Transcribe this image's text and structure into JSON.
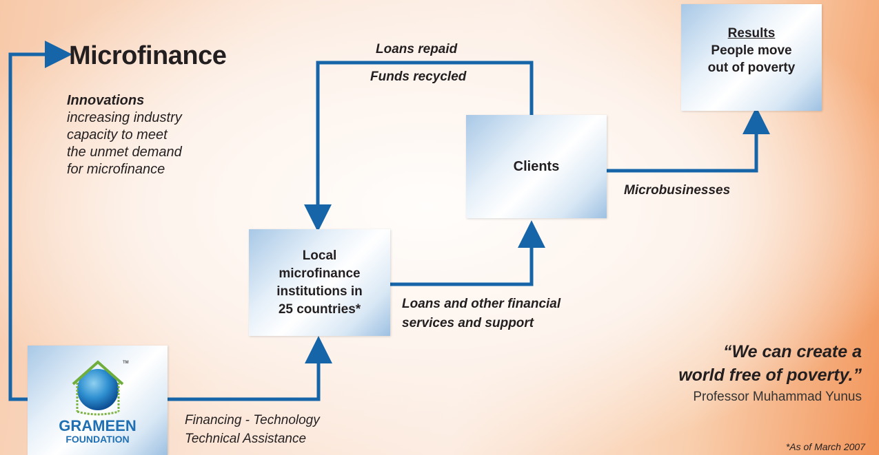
{
  "title": "Microfinance",
  "innovations": {
    "heading": "Innovations",
    "lines": [
      "increasing industry",
      "capacity to meet",
      "the unmet demand",
      "for microfinance"
    ]
  },
  "loop_labels": {
    "repaid": "Loans repaid",
    "recycled": "Funds recycled"
  },
  "results": {
    "heading": "Results",
    "lines": [
      "People move",
      "out of poverty"
    ]
  },
  "clients": {
    "label": "Clients"
  },
  "microbusinesses": "Microbusinesses",
  "local": {
    "lines": [
      "Local",
      "microfinance",
      "institutions in",
      "25 countries*"
    ]
  },
  "loans_services": [
    "Loans and other financial",
    "services and support"
  ],
  "grameen": {
    "name_line1": "GRAMEEN",
    "name_line2": "FOUNDATION",
    "tm": "TM",
    "colors": {
      "blue": "#1f6fb2",
      "green": "#7cb342"
    }
  },
  "financing": [
    "Financing - Technology",
    "Technical Assistance"
  ],
  "quote": {
    "lines": [
      "“We can create a",
      "world free of poverty.”"
    ],
    "attribution": "Professor Muhammad Yunus"
  },
  "footnote": "*As of March 2007",
  "colors": {
    "arrow": "#1565a8",
    "text": "#231f20",
    "accent": "#f2955a"
  }
}
